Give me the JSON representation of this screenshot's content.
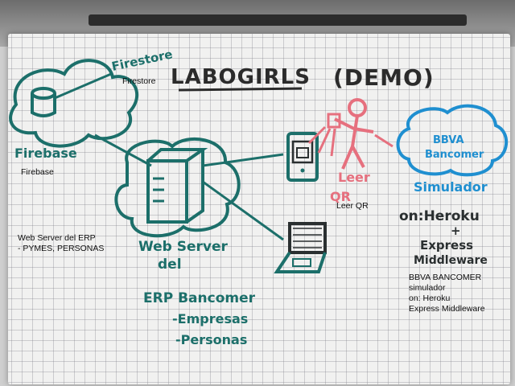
{
  "title": "LABOGIRLS",
  "title_suffix": "(DEMO)",
  "nodes": {
    "firestore": {
      "sketch_text": "Firestore",
      "label": "Firestore"
    },
    "firebase": {
      "sketch_text": "Firebase",
      "label": "Firebase"
    },
    "web_server": {
      "sketch_lines": [
        "Web Server",
        "del",
        "ERP Bancomer",
        "-Empresas",
        "-Personas"
      ],
      "label_lines": [
        "Web Server del ERP",
        "- PYMES, PERSONAS"
      ]
    },
    "qr": {
      "sketch_lines": [
        "Leer",
        "QR"
      ],
      "label": "Leer QR"
    },
    "bbva": {
      "sketch_lines": [
        "BBVA",
        "Bancomer",
        "Simulador",
        "on:Heroku",
        "+",
        "Express",
        "Middleware"
      ],
      "label_lines": [
        "BBVA BANCOMER",
        "simulador",
        "on: Heroku",
        "Express Middleware"
      ]
    }
  },
  "colors": {
    "teal_marker": "#1c6f6a",
    "blue_marker": "#1f8fd0",
    "pink_marker": "#e6707e",
    "grid": "#7a7a82",
    "paper": "#f1f1f0"
  }
}
